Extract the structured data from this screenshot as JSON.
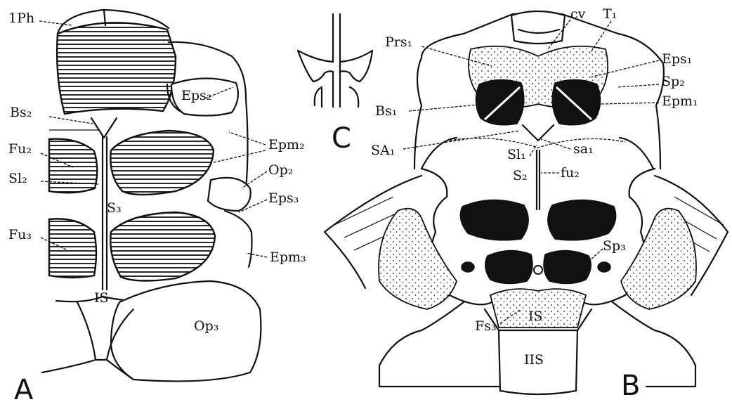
{
  "figure": {
    "panels": [
      {
        "id": "A",
        "letter": "A"
      },
      {
        "id": "B",
        "letter": "B"
      },
      {
        "id": "C",
        "letter": "C"
      }
    ],
    "labels_A": {
      "ph": "1Ph",
      "bs2": "Bs₂",
      "fu2": "Fu₂",
      "sl2": "Sl₂",
      "s3": "S₃",
      "fu3": "Fu₃",
      "is": "IS",
      "eps2": "Eps₂",
      "epm2": "Epm₂",
      "op2": "Op₂",
      "eps3": "Eps₃",
      "epm3": "Epm₃",
      "op3": "Op₃"
    },
    "labels_B": {
      "prs1": "Prs₁",
      "cv": "cv",
      "t1": "T₁",
      "eps1": "Eps₁",
      "sp2": "Sp₂",
      "epm1": "Epm₁",
      "bs1": "Bs₁",
      "sa1_upper": "SA₁",
      "sl1": "Sl₁",
      "sa1_lower": "sa₁",
      "s2": "S₂",
      "fu2": "fu₂",
      "sp3": "Sp₃",
      "fs3": "Fs₃",
      "is": "IS",
      "iis": "IIS"
    }
  }
}
